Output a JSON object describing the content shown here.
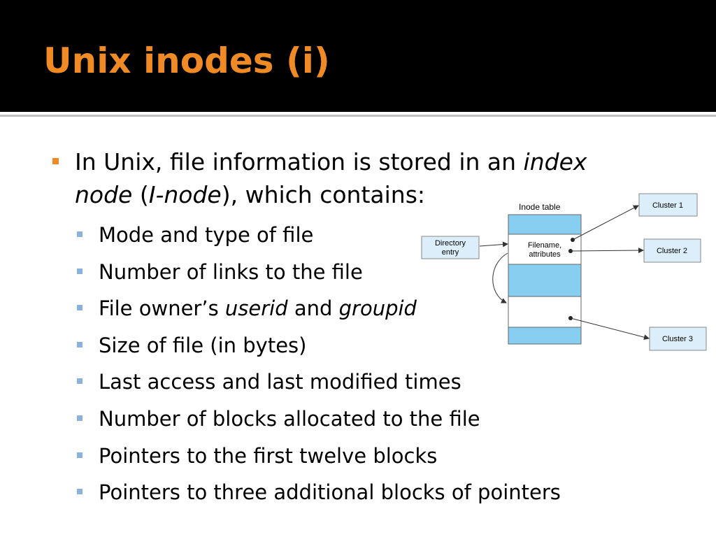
{
  "slide": {
    "title": "Unix inodes (i)",
    "main_bullet": {
      "line1_pre": "In Unix, file information is stored in an ",
      "line1_italic": "index",
      "line2_italic1": "node",
      "line2_mid1": " (",
      "line2_italic2": "I-node",
      "line2_post": "), which contains:"
    },
    "sub_items": [
      {
        "text": "Mode and type of file"
      },
      {
        "text": "Number of links to the file"
      },
      {
        "pre": "File owner’s ",
        "italic1": "userid",
        "mid": " and ",
        "italic2": "groupid"
      },
      {
        "text": "Size of file (in bytes)"
      },
      {
        "text": "Last access and last modified times"
      },
      {
        "text": "Number of blocks allocated to the file"
      },
      {
        "text": "Pointers to the first twelve blocks"
      },
      {
        "text": "Pointers to three additional blocks of pointers"
      }
    ]
  },
  "diagram": {
    "inode_table_label": "Inode table",
    "directory_entry_line1": "Directory",
    "directory_entry_line2": "entry",
    "filename_line1": "Filename,",
    "filename_line2": "attributes",
    "cluster1": "Cluster 1",
    "cluster2": "Cluster 2",
    "cluster3": "Cluster 3"
  },
  "colors": {
    "title": "#f08a24",
    "title_bar": "#000000",
    "main_bullet": "#f08a24",
    "sub_bullet": "#8ab2dc",
    "diagram_fill": "#87cef0",
    "box_fill": "#dceefa"
  }
}
